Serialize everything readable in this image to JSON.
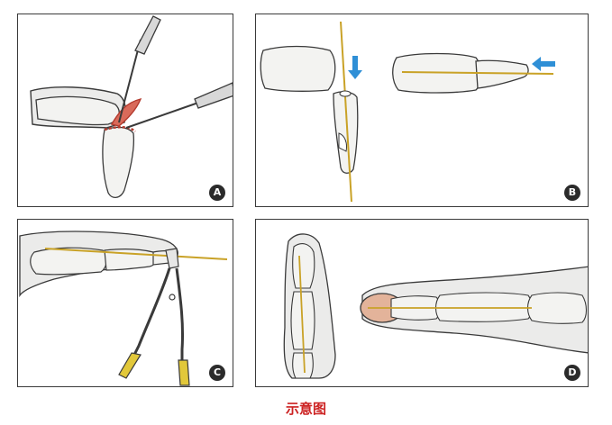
{
  "panels": [
    {
      "id": "A",
      "label": "A"
    },
    {
      "id": "B",
      "label": "B"
    },
    {
      "id": "C",
      "label": "C"
    },
    {
      "id": "D",
      "label": "D"
    }
  ],
  "caption": "示意图",
  "colors": {
    "outline": "#3a3a3a",
    "bone_fill": "#f3f3f1",
    "skin_fill": "#ebebea",
    "wire": "#c9a227",
    "arrow": "#2f8fd6",
    "incision": "#b33a2e",
    "caption": "#cc2222",
    "nail": "#e3b39a"
  }
}
